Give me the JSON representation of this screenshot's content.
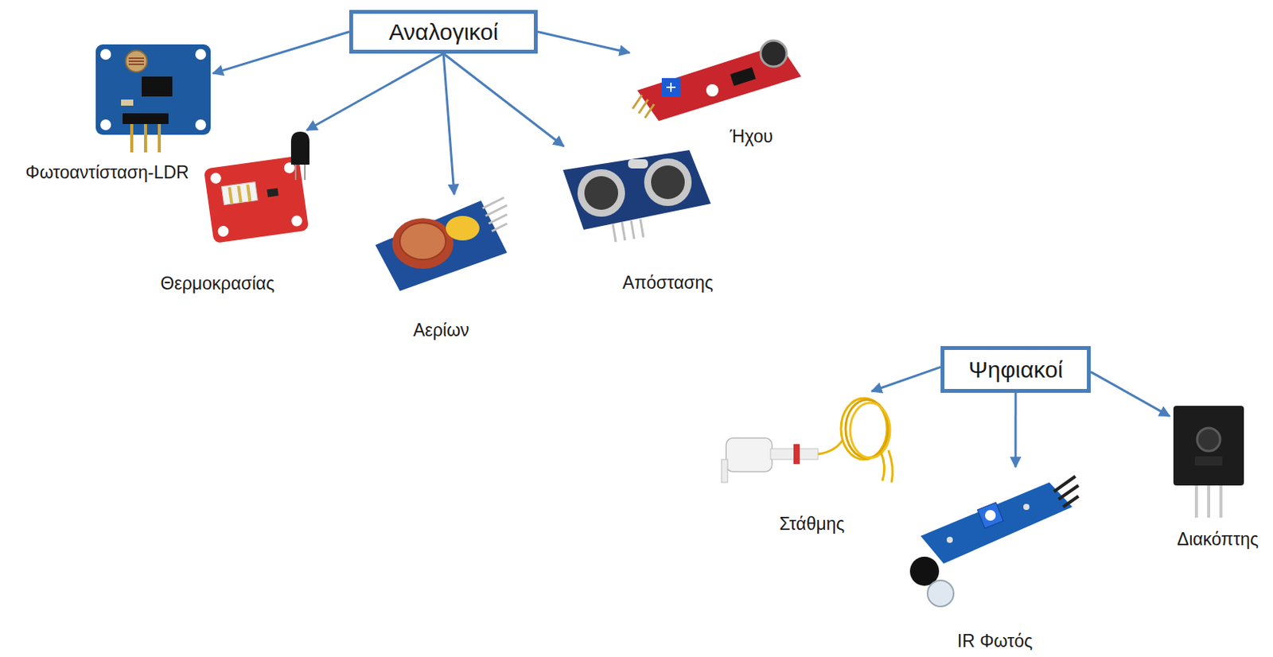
{
  "diagram": {
    "nodes": [
      {
        "text": [
          "Αναλογικοί"
        ]
      },
      {
        "text": [
          "Φωτοαντίσταση-LDR"
        ]
      },
      {
        "text": [
          "Θερμοκρασίας"
        ]
      },
      {
        "text": [
          "Αερίων"
        ]
      },
      {
        "text": [
          "Απόστασης"
        ]
      },
      {
        "text": [
          "Ήχου"
        ]
      },
      {
        "text": [
          "Ψηφιακοί"
        ]
      },
      {
        "text": [
          "Στάθμης"
        ]
      },
      {
        "text": [
          "IR Φωτός"
        ]
      },
      {
        "text": [
          "Διακόπτης"
        ]
      }
    ],
    "edges": [
      {
        "from": 0,
        "to": 1,
        "arrow": "to"
      },
      {
        "from": 0,
        "to": 2,
        "arrow": "to"
      },
      {
        "from": 0,
        "to": 3,
        "arrow": "to"
      },
      {
        "from": 0,
        "to": 4,
        "arrow": "to"
      },
      {
        "from": 0,
        "to": 5,
        "arrow": "to"
      },
      {
        "from": 6,
        "to": 7,
        "arrow": "to"
      },
      {
        "from": 6,
        "to": 8,
        "arrow": "to"
      },
      {
        "from": 6,
        "to": 9,
        "arrow": "to"
      }
    ]
  }
}
